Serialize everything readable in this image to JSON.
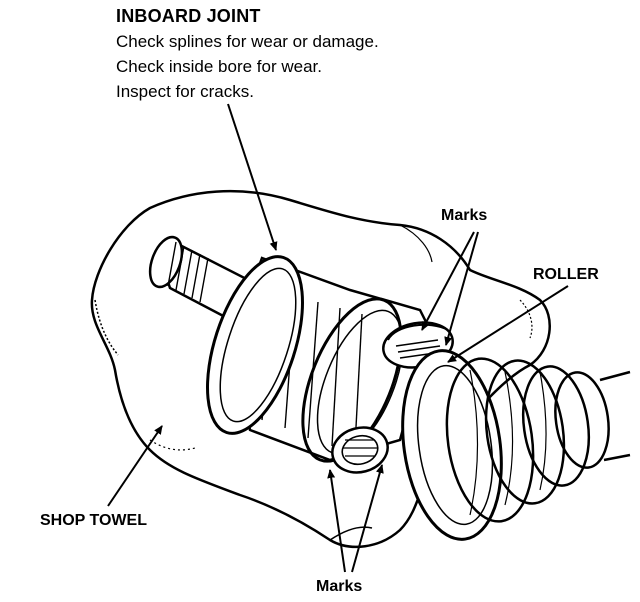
{
  "header": {
    "title": "INBOARD JOINT",
    "notes": [
      "Check splines for wear or damage.",
      "Check inside bore for wear.",
      "Inspect for cracks."
    ]
  },
  "callouts": {
    "marks_top": "Marks",
    "roller": "ROLLER",
    "shop_towel": "SHOP TOWEL",
    "marks_bottom": "Marks"
  },
  "colors": {
    "ink": "#000000",
    "paper": "#ffffff"
  }
}
